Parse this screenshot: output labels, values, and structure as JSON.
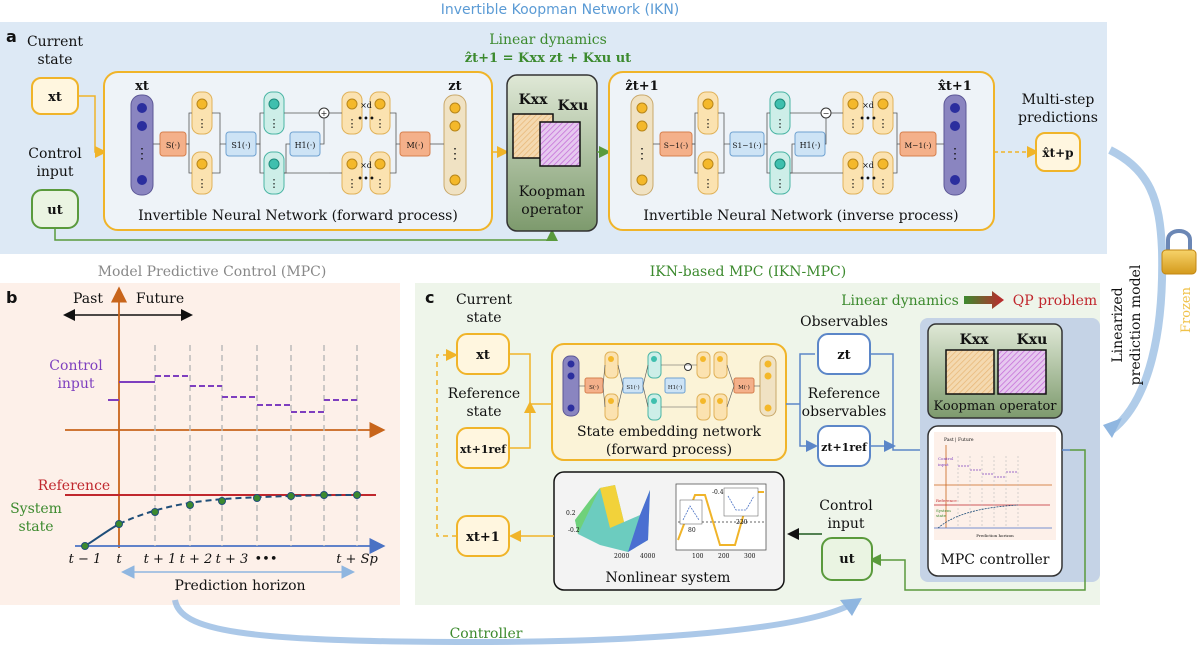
{
  "header": {
    "title": "Invertible Koopman Network (IKN)",
    "panel_a": "a",
    "panel_b": "b",
    "panel_c": "c"
  },
  "panel_a": {
    "linear_dynamics_title": "Linear dynamics",
    "linear_dynamics_eq": "ẑt+1 = Kxx zt + Kxu ut",
    "current_state_line1": "Current",
    "current_state_line2": "state",
    "x_t": "xt",
    "control_input_line1": "Control",
    "control_input_line2": "input",
    "u_t": "ut",
    "inn_forward_label": "Invertible Neural Network (forward process)",
    "inn_inverse_label": "Invertible Neural Network (inverse process)",
    "koopman_line1": "Koopman",
    "koopman_line2": "operator",
    "Kxx": "Kxx",
    "Kxu": "Kxu",
    "z_t": "zt",
    "z_hat_next": "ẑt+1",
    "x_hat_next": "x̂t+1",
    "multi_step_line1": "Multi-step",
    "multi_step_line2": "predictions",
    "x_hat_tp": "x̂t+p",
    "S": "S(·)",
    "S1": "S1(·)",
    "H1": "H1(·)",
    "M": "M(·)",
    "S_inv": "S−1(·)",
    "S1_inv": "S1−1(·)",
    "H1_inv": "H1(·)",
    "M_inv": "M−1(·)",
    "xd": "×d",
    "plus": "+",
    "minus": "−"
  },
  "side": {
    "linearized_line1": "Linearized",
    "linearized_line2": "prediction model",
    "frozen": "Frozen"
  },
  "panel_b": {
    "title": "Model Predictive Control (MPC)",
    "past": "Past",
    "future": "Future",
    "control_input_line1": "Control",
    "control_input_line2": "input",
    "reference": "Reference",
    "system_state_line1": "System",
    "system_state_line2": "state",
    "ticks": [
      "t − 1",
      "t",
      "t + 1",
      "t + 2",
      "t + 3",
      "•••",
      "t + Sp"
    ],
    "prediction_horizon": "Prediction horizon"
  },
  "panel_c": {
    "title": "IKN-based MPC (IKN-MPC)",
    "current_state_line1": "Current",
    "current_state_line2": "state",
    "x_t": "xt",
    "reference_state_line1": "Reference",
    "reference_state_line2": "state",
    "x_ref": "xt+1ref",
    "embedding_line1": "State embedding network",
    "embedding_line2": "(forward process)",
    "observables": "Observables",
    "z_t": "zt",
    "ref_obs_line1": "Reference",
    "ref_obs_line2": "observables",
    "z_ref": "zt+1ref",
    "linear_dynamics": "Linear dynamics",
    "qp_problem": "QP problem",
    "koopman_operator": "Koopman operator",
    "Kxx": "Kxx",
    "Kxu": "Kxu",
    "mpc_controller": "MPC controller",
    "control_input_line1": "Control",
    "control_input_line2": "input",
    "u_t": "ut",
    "x_next": "xt+1",
    "nonlinear_system": "Nonlinear system",
    "plot_ticks_x1": [
      "2000",
      "4000"
    ],
    "plot_ticks_x2": [
      "100",
      "200",
      "300"
    ],
    "plot_ticks_x3": [
      "80",
      "220"
    ],
    "plot_tick_neg": "-0.4"
  },
  "footer": {
    "controller": "Controller"
  },
  "colors": {
    "blue_panel": "#dde9f5",
    "peach_panel": "#fdf0e9",
    "green_panel": "#eef5ea",
    "orange_border": "#f0b429",
    "green_text": "#3c8a2e",
    "red_text": "#c0272d",
    "purple": "#7e3fbf",
    "orange_axis": "#c8651b",
    "blue_axis": "#4a72c4",
    "header_blue": "#5b9bd5"
  }
}
